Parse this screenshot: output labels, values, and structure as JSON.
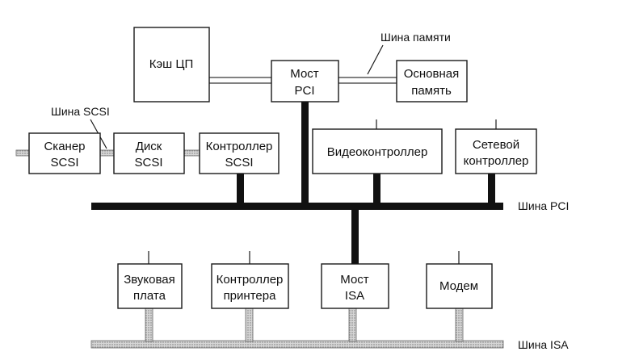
{
  "components": {
    "cpu_cache": {
      "line1": "Кэш ЦП",
      "line2": ""
    },
    "pci_bridge": {
      "line1": "Мост",
      "line2": "PCI"
    },
    "main_memory": {
      "line1": "Основная",
      "line2": "память"
    },
    "scsi_scanner": {
      "line1": "Сканер",
      "line2": "SCSI"
    },
    "scsi_disk": {
      "line1": "Диск",
      "line2": "SCSI"
    },
    "scsi_controller": {
      "line1": "Контроллер",
      "line2": "SCSI"
    },
    "video_controller": {
      "line1": "Видеоконтроллер",
      "line2": ""
    },
    "network_controller": {
      "line1": "Сетевой",
      "line2": "контроллер"
    },
    "sound_card": {
      "line1": "Звуковая",
      "line2": "плата"
    },
    "printer_controller": {
      "line1": "Контроллер",
      "line2": "принтера"
    },
    "isa_bridge": {
      "line1": "Мост",
      "line2": "ISA"
    },
    "modem": {
      "line1": "Модем",
      "line2": ""
    }
  },
  "buses": {
    "memory_bus": "Шина памяти",
    "scsi_bus": "Шина SCSI",
    "pci_bus": "Шина PCI",
    "isa_bus": "Шина ISA"
  }
}
